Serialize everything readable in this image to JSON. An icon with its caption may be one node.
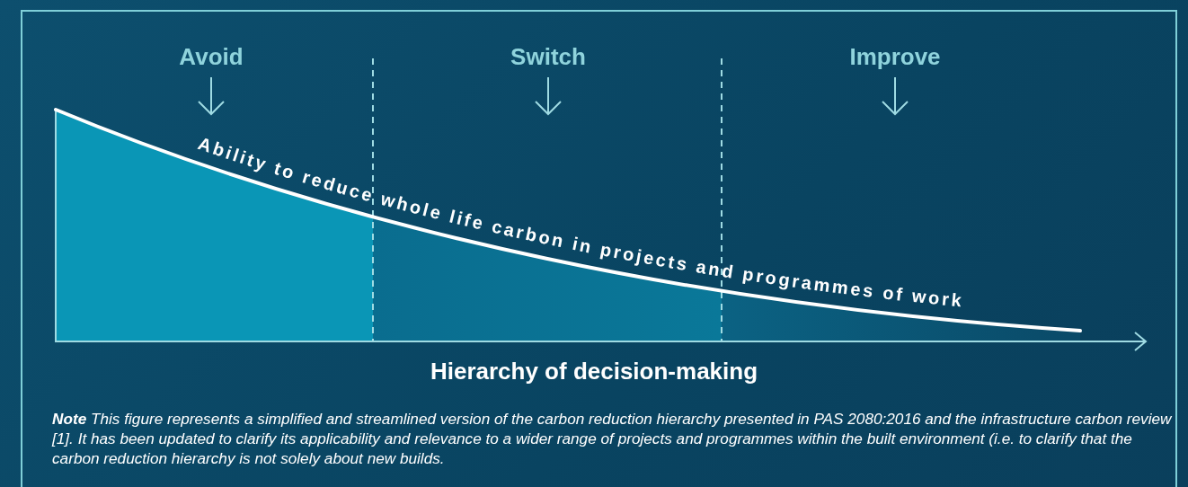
{
  "diagram": {
    "labels": [
      "Avoid",
      "Switch",
      "Improve",
      "Ability to reduce whole life carbon in projects and programmes of work",
      "Hierarchy of decision-making",
      "**Note** This figure represents a simplified and streamlined version of the carbon reduction hierarchy presented in PAS 2080:2016 and the infrastructure carbon review [1]. It has been updated to clarify its applicability and relevance to a wider range of projects and programmes within the built environment (i.e. to clarify that the carbon reduction hierarchy is not solely about new builds."
    ]
  }
}
